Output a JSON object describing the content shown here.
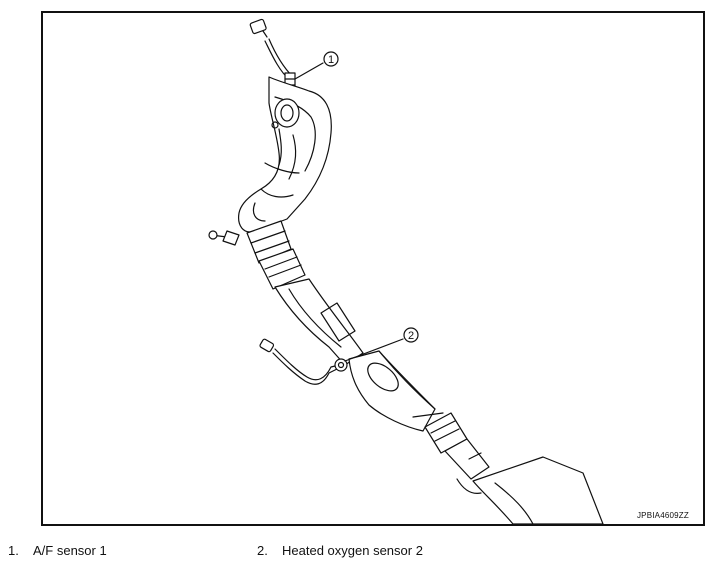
{
  "figure": {
    "image_code": "JPBIA4609ZZ",
    "callouts": [
      {
        "number": "1"
      },
      {
        "number": "2"
      }
    ]
  },
  "legend": [
    {
      "number": "1.",
      "label": "A/F sensor 1"
    },
    {
      "number": "2.",
      "label": "Heated oxygen sensor 2"
    }
  ],
  "colors": {
    "line": "#111111",
    "background": "#ffffff"
  }
}
